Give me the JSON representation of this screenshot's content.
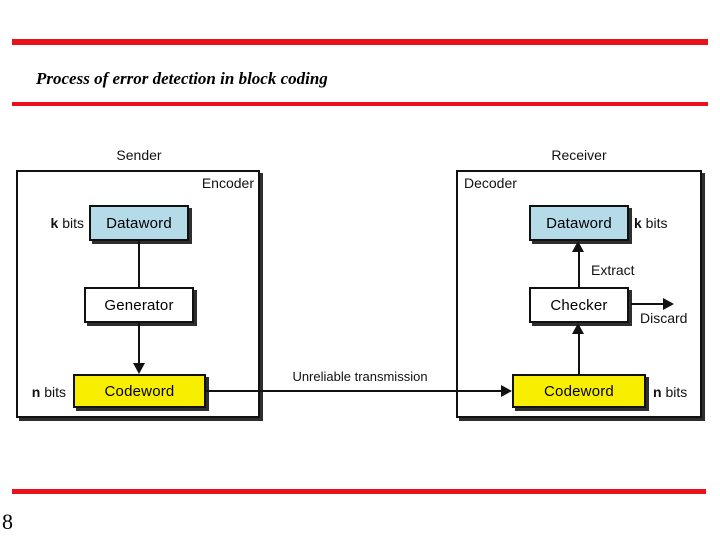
{
  "colors": {
    "accent": "#e8131a",
    "ink": "#111111",
    "dataword_fill": "#b5dbe8",
    "codeword_fill": "#f8ee00",
    "box_fill": "#ffffff",
    "shadow": "#2e2e2e"
  },
  "slide": {
    "title": "Process of error detection in block coding",
    "page_number": "8"
  },
  "diagram": {
    "sender": {
      "title": "Sender",
      "container_label": "Encoder",
      "k_bits": "k bits",
      "n_bits": "n bits",
      "dataword": "Dataword",
      "generator": "Generator",
      "codeword": "Codeword"
    },
    "channel": {
      "label": "Unreliable transmission"
    },
    "receiver": {
      "title": "Receiver",
      "container_label": "Decoder",
      "k_bits": "k bits",
      "n_bits": "n bits",
      "dataword": "Dataword",
      "checker": "Checker",
      "codeword": "Codeword",
      "extract": "Extract",
      "discard": "Discard"
    }
  }
}
